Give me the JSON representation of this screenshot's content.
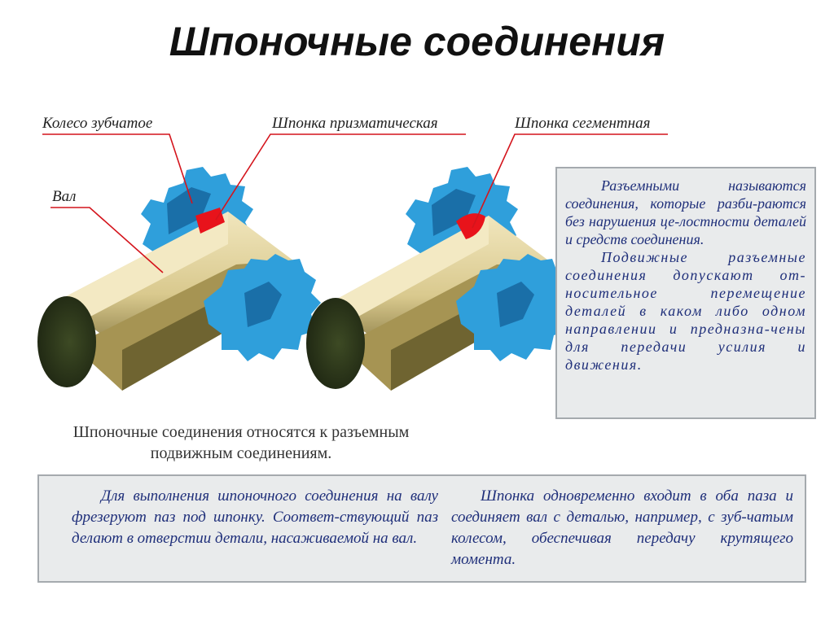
{
  "title": "Шпоночные соединения",
  "labels": {
    "gear": "Колесо зубчатое",
    "shaft": "Вал",
    "prismatic_key": "Шпонка призматическая",
    "segment_key": "Шпонка сегментная"
  },
  "info_box": {
    "paragraph1": "Разъемными называются соединения, которые разби-раются без нарушения це-лостности деталей и средств соединения.",
    "paragraph2": "Подвижные разъемные соединения допускают от-носительное перемещение деталей в каком либо одном направлении и предназна-чены для передачи усилия и движения."
  },
  "caption": "Шпоночные соединения относятся к разъемным подвижным соединениям.",
  "bottom_box": {
    "left": "Для выполнения шпоночного соединения на валу фрезеруют паз под шпонку. Соответ-ствующий паз делают в отверстии детали, насаживаемой на вал.",
    "right": "Шпонка одновременно входит в оба паза и соединяет вал с деталью, например, с зуб-чатым колесом, обеспечивая передачу крутящего момента."
  },
  "colors": {
    "gear": "#2f9fdb",
    "gear_dark": "#1a6fa8",
    "shaft_face": "#e6d8a4",
    "shaft_dark": "#2f3a1c",
    "key": "#e8131b",
    "leader": "#d4141c",
    "box_text": "#1f2f7a"
  }
}
